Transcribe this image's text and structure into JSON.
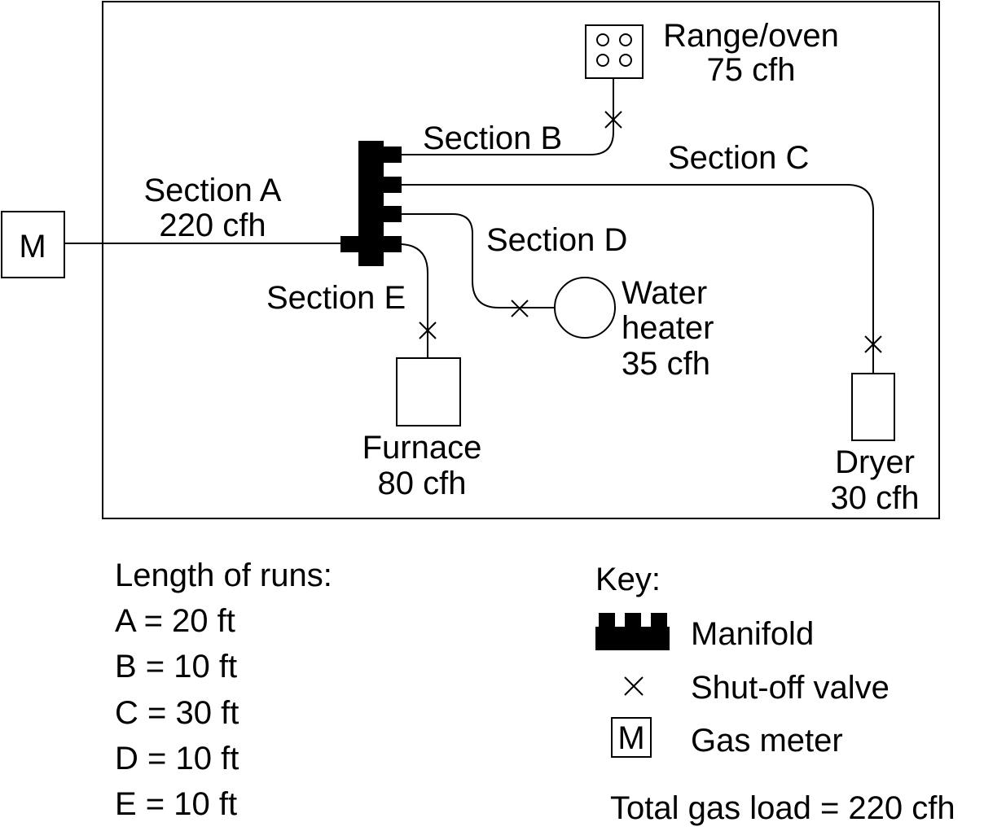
{
  "meter": {
    "symbol": "M"
  },
  "sections": {
    "a": {
      "label": "Section A",
      "load": "220 cfh"
    },
    "b": {
      "label": "Section B"
    },
    "c": {
      "label": "Section C"
    },
    "d": {
      "label": "Section D"
    },
    "e": {
      "label": "Section E"
    }
  },
  "appliances": {
    "range": {
      "name": "Range/oven",
      "load": "75 cfh"
    },
    "water_heater": {
      "name_line1": "Water",
      "name_line2": "heater",
      "load": "35 cfh"
    },
    "furnace": {
      "name": "Furnace",
      "load": "80 cfh"
    },
    "dryer": {
      "name": "Dryer",
      "load": "30 cfh"
    }
  },
  "runs": {
    "title": "Length of runs:",
    "items": [
      "A = 20 ft",
      "B = 10 ft",
      "C = 30 ft",
      "D = 10 ft",
      "E = 10 ft"
    ]
  },
  "key": {
    "title": "Key:",
    "manifold": "Manifold",
    "valve": "Shut-off valve",
    "meter_symbol": "M",
    "meter": "Gas meter"
  },
  "total": "Total gas load = 220 cfh"
}
